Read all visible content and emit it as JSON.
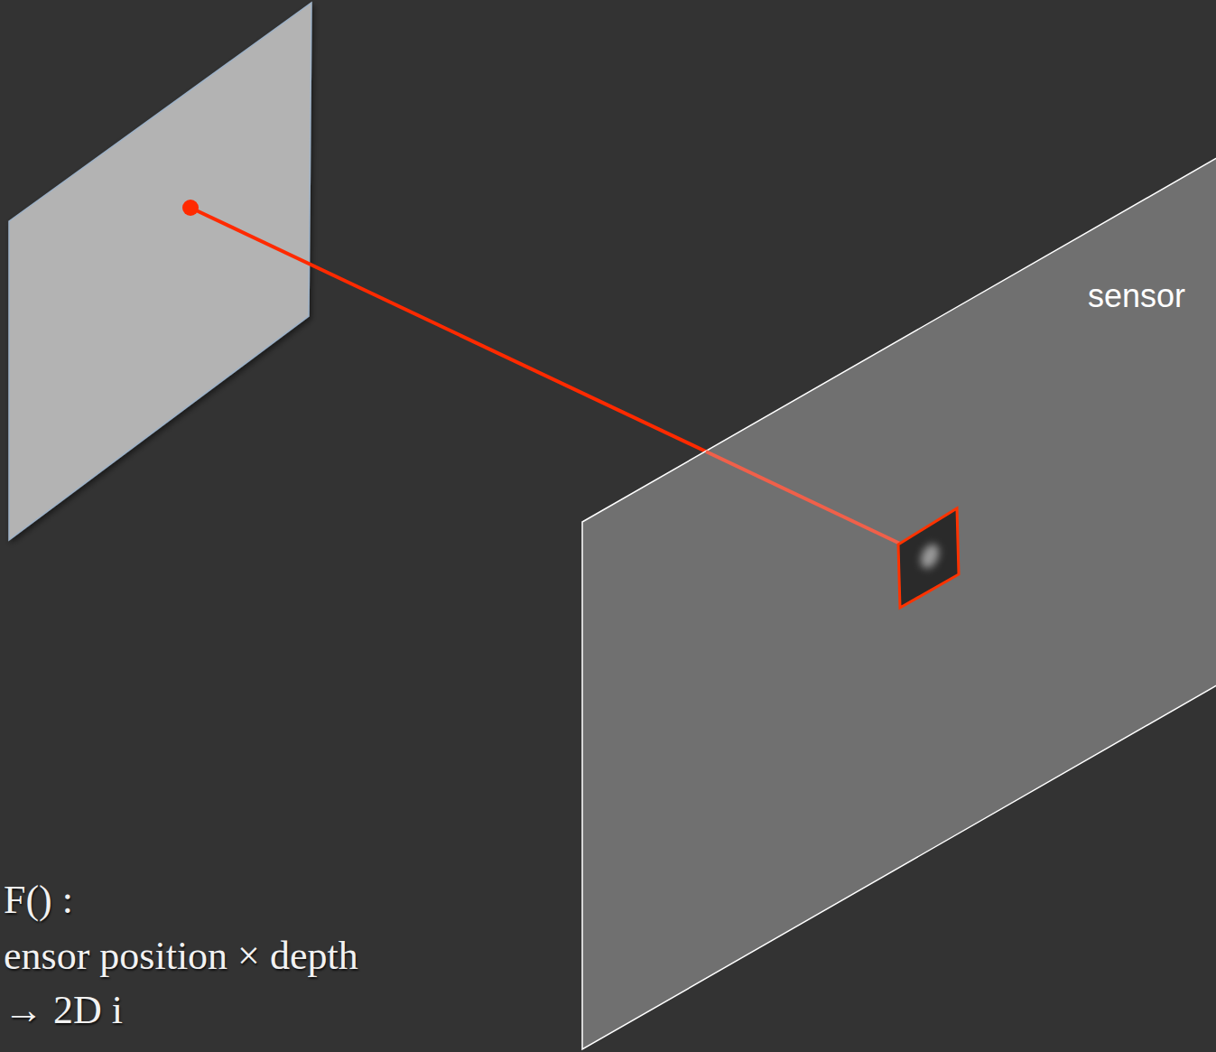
{
  "diagram": {
    "nodes": [
      {
        "text": [
          "sensor"
        ]
      }
    ],
    "labels": [
      "F() :",
      "ensor position × depth",
      "→ 2D i"
    ]
  }
}
